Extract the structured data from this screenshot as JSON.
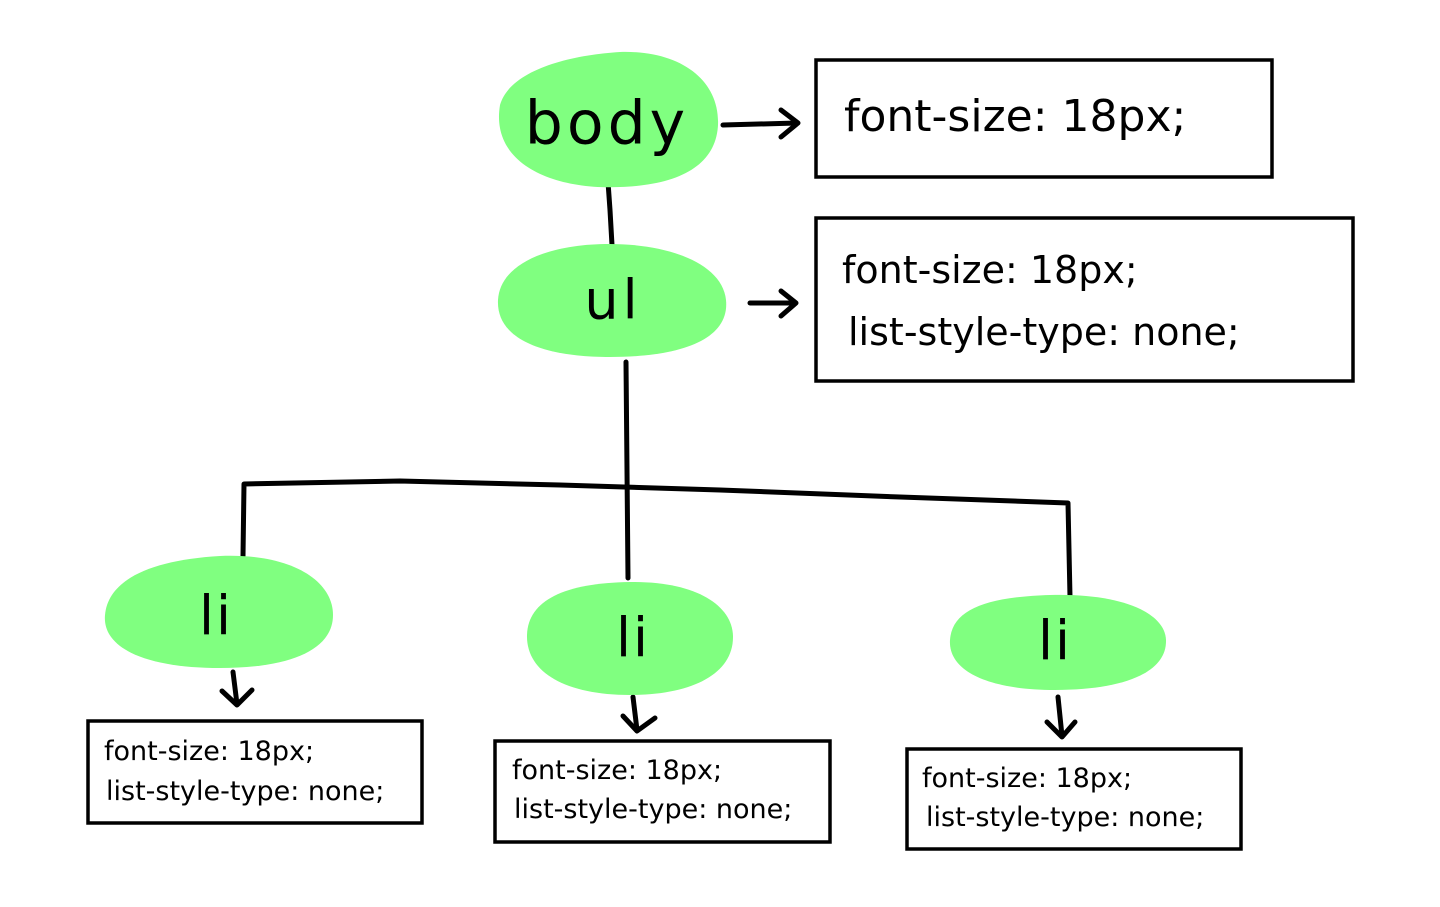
{
  "nodes": {
    "body": {
      "label": "body"
    },
    "ul": {
      "label": "ul"
    },
    "li_left": {
      "label": "li"
    },
    "li_middle": {
      "label": "li"
    },
    "li_right": {
      "label": "li"
    }
  },
  "rule_boxes": {
    "body": {
      "lines": [
        "font-size: 18px;"
      ]
    },
    "ul": {
      "lines": [
        "font-size: 18px;",
        "list-style-type: none;"
      ]
    },
    "li_left": {
      "lines": [
        "font-size: 18px;",
        "list-style-type: none;"
      ]
    },
    "li_middle": {
      "lines": [
        "font-size: 18px;",
        "list-style-type: none;"
      ]
    },
    "li_right": {
      "lines": [
        "font-size: 18px;",
        "list-style-type: none;"
      ]
    }
  },
  "colors": {
    "node_fill": "#80ff80",
    "stroke": "#000000",
    "box_fill": "#ffffff"
  }
}
